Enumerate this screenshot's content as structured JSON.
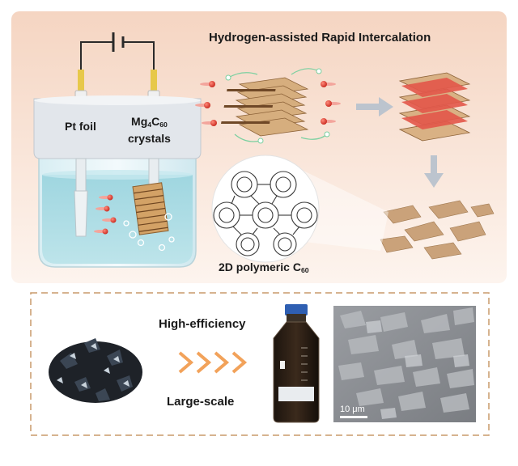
{
  "labels": {
    "title": "Hydrogen-assisted Rapid Intercalation",
    "pt_foil": "Pt foil",
    "mg_prefix": "Mg",
    "mg_sub1": "4",
    "mg_mid": "C",
    "mg_sub2": "60",
    "mg_line2": "crystals",
    "polymer_prefix": "2D polymeric C",
    "polymer_sub": "60",
    "high_efficiency": "High-efficiency",
    "large_scale": "Large-scale",
    "scale_bar": "10 μm"
  },
  "colors": {
    "background_top": "#f6d9c8",
    "background_bottom": "#fdf3ec",
    "electrolyte": "#a9dbe3",
    "lid": "#dfe3e8",
    "flake": "#caa27a",
    "intercalant": "#e0483c",
    "arrow": "#b9c1cb",
    "chevron": "#f2a25a",
    "dashed_border": "#c99a6a"
  }
}
